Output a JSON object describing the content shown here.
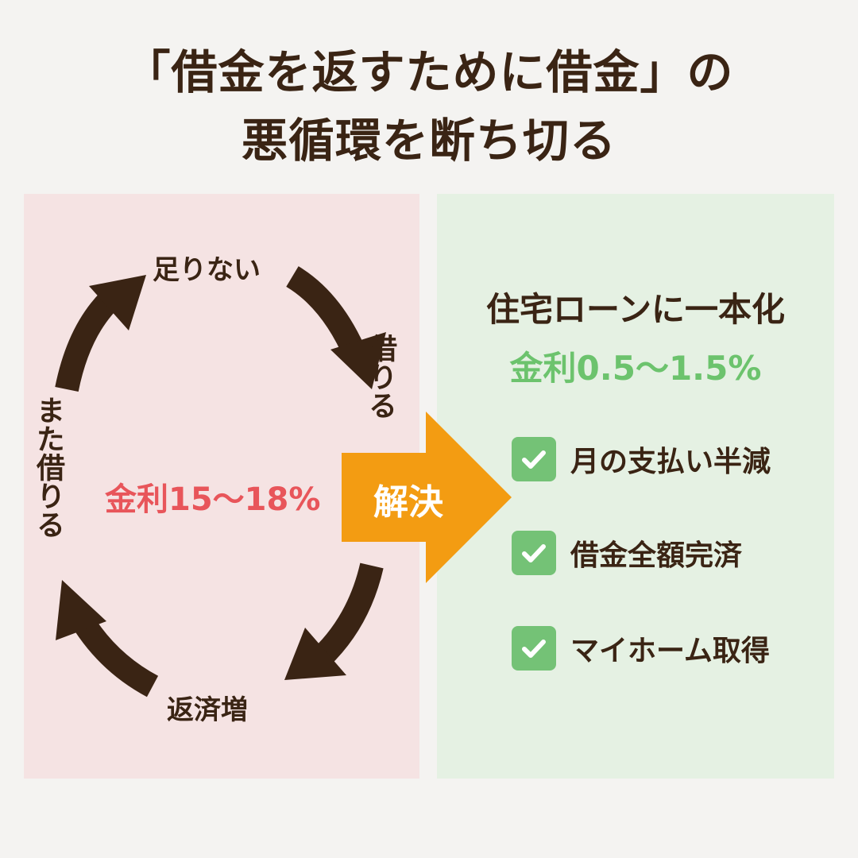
{
  "title": {
    "line1": "「借金を返すために借金」の",
    "line2": "悪循環を断ち切る"
  },
  "cycle": {
    "top": "足りない",
    "right": "借りる",
    "bottom": "返済増",
    "left": "また借りる",
    "rate": "金利15〜18%"
  },
  "solve": {
    "label": "解決"
  },
  "plan": {
    "title": "住宅ローンに一本化",
    "rate": "金利0.5〜1.5%",
    "benefits": [
      "月の支払い半減",
      "借金全額完済",
      "マイホーム取得"
    ]
  },
  "colors": {
    "brown": "#3a2414",
    "bad_rate": "#e8555a",
    "good_rate": "#6cc36d",
    "solve_arrow": "#f39c12",
    "check": "#74c276",
    "left_panel": "#f5e3e3",
    "right_panel": "#e5f1e3"
  }
}
